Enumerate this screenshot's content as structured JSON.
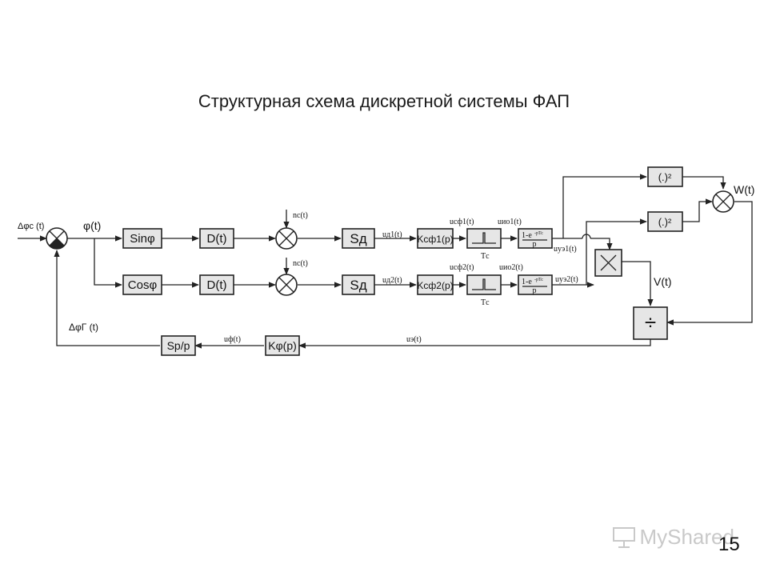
{
  "title": "Структурная схема дискретной системы ФАП",
  "page_number": "15",
  "watermark": "MyShared",
  "signals": {
    "input": "Δφc (t)",
    "phi": "φ(t)",
    "feedback": "ΔφГ (t)",
    "noise_1": "nс(t)",
    "noise_2": "nс(t)",
    "u_d1": "uд1(t)",
    "u_d2": "uд2(t)",
    "u_sf1": "uсф1(t)",
    "u_sf2": "uсф2(t)",
    "u_io1": "uио1(t)",
    "u_io2": "uио2(t)",
    "u_ue1": "uуэ1(t)",
    "u_ue2": "uуэ2(t)",
    "W": "W(t)",
    "V": "V(t)",
    "u_e": "uэ(t)",
    "u_f": "uф(t)",
    "tc_1": "Tс",
    "tc_2": "Tс"
  },
  "blocks": {
    "sin": "Sinφ",
    "cos": "Cosφ",
    "d1": "D(t)",
    "d2": "D(t)",
    "sd1": "Sд",
    "sd2": "Sд",
    "ksf1": "Kсф1(р)",
    "ksf2": "Kсф2(р)",
    "hold1_num": "1-e",
    "hold1_exp": "-pTc",
    "hold1_den": "p",
    "hold2_num": "1-e",
    "hold2_exp": "-pTc",
    "hold2_den": "p",
    "sq1": "(.)²",
    "sq2": "(.)²",
    "divide": "÷",
    "kf": "Kφ(р)",
    "sp": "Sр/р"
  }
}
